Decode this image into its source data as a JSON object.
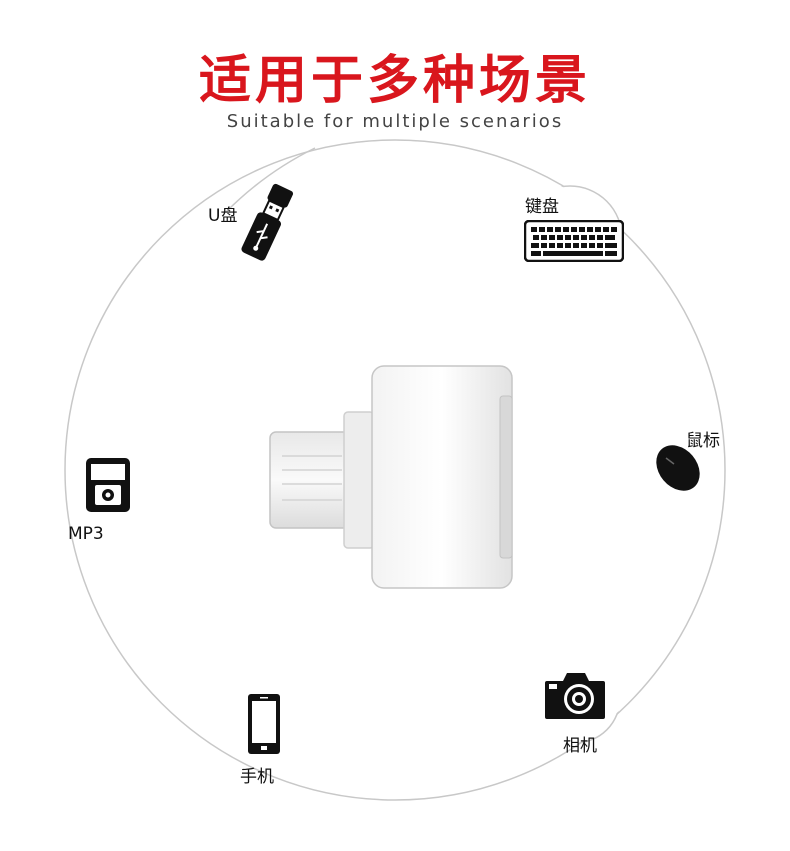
{
  "header": {
    "title": "适用于多种场景",
    "subtitle": "Suitable for multiple scenarios"
  },
  "scenarios": [
    {
      "label": "U盘",
      "icon": "usb-drive-icon"
    },
    {
      "label": "键盘",
      "icon": "keyboard-icon"
    },
    {
      "label": "鼠标",
      "icon": "mouse-icon"
    },
    {
      "label": "相机",
      "icon": "camera-icon"
    },
    {
      "label": "手机",
      "icon": "phone-icon"
    },
    {
      "label": "MP3",
      "icon": "mp3-player-icon"
    }
  ],
  "product": {
    "icon": "otg-adapter-icon"
  },
  "colors": {
    "title": "#d9161d",
    "ring": "#c8c8c8",
    "icon": "#111111"
  }
}
